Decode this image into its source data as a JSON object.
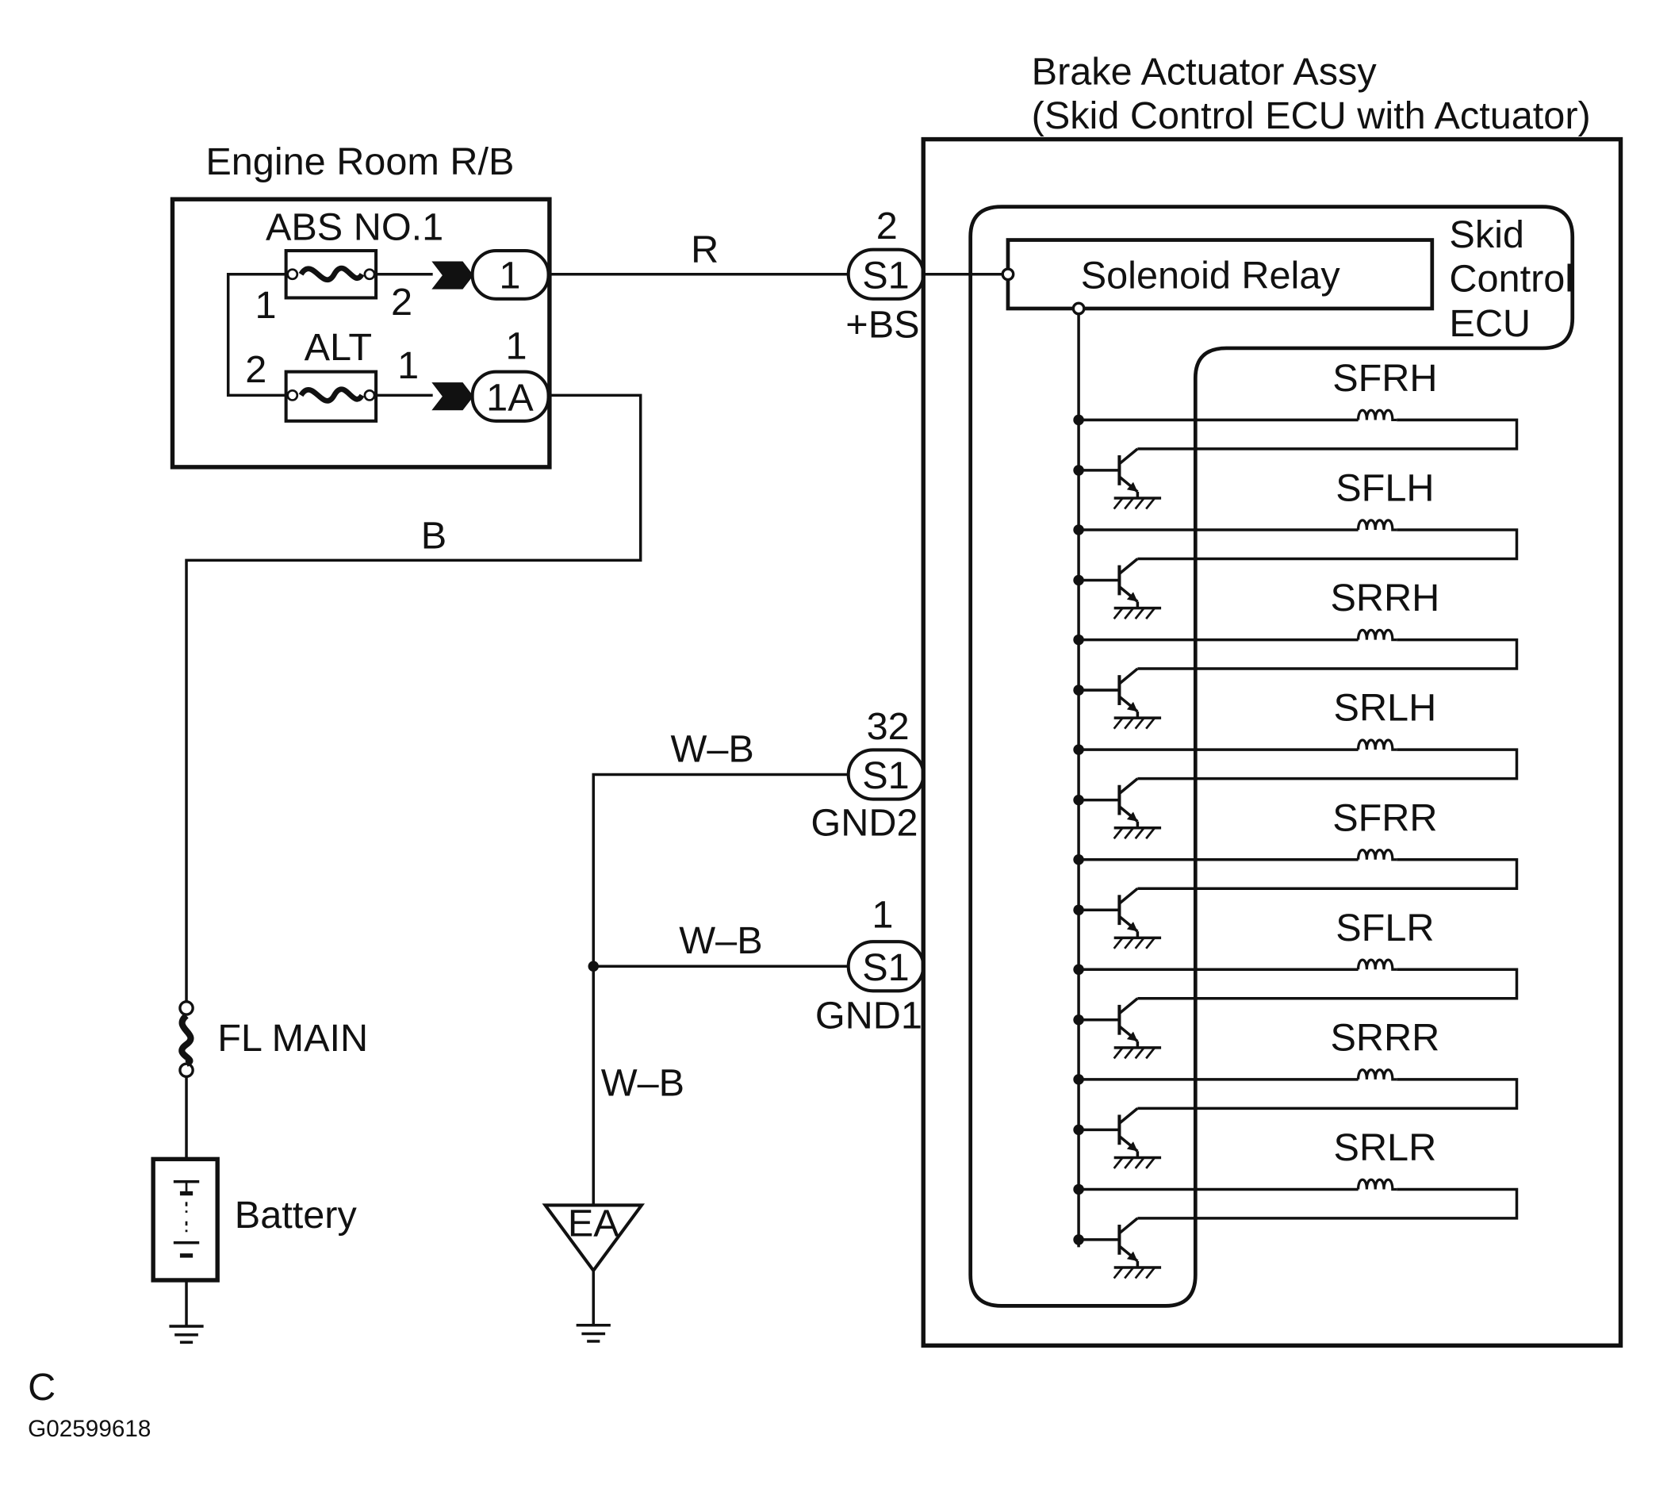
{
  "engine_room": {
    "title": "Engine Room R/B",
    "fuse_abs": {
      "label": "ABS NO.1",
      "pin_left": "1",
      "pin_right": "2"
    },
    "fuse_alt": {
      "label": "ALT",
      "pin_left": "2",
      "pin_right": "1"
    },
    "connector_1": {
      "label": "1"
    },
    "connector_1a": {
      "label": "1A",
      "pin": "1"
    }
  },
  "wires": {
    "r": "R",
    "b": "B",
    "wb_gnd2": "W–B",
    "wb_gnd1": "W–B",
    "wb_ground": "W–B"
  },
  "actuator": {
    "title_line1": "Brake Actuator Assy",
    "title_line2": "(Skid Control ECU with Actuator)",
    "ecu_label": [
      "Skid",
      "Control",
      "ECU"
    ],
    "solenoid_relay": "Solenoid Relay"
  },
  "terminals": {
    "bs": {
      "connector": "S1",
      "pin": "2",
      "name": "+BS"
    },
    "gnd2": {
      "connector": "S1",
      "pin": "32",
      "name": "GND2"
    },
    "gnd1": {
      "connector": "S1",
      "pin": "1",
      "name": "GND1"
    }
  },
  "solenoids": [
    "SFRH",
    "SFLH",
    "SRRH",
    "SRLH",
    "SFRR",
    "SFLR",
    "SRRR",
    "SRLR"
  ],
  "fl_main": "FL MAIN",
  "battery": "Battery",
  "ground_point": "EA",
  "corner_letter": "C",
  "figure_code": "G02599618",
  "icons": [
    "fuse-icon",
    "fusible-link-icon",
    "battery-icon",
    "ground-icon",
    "coil-icon",
    "transistor-icon"
  ]
}
